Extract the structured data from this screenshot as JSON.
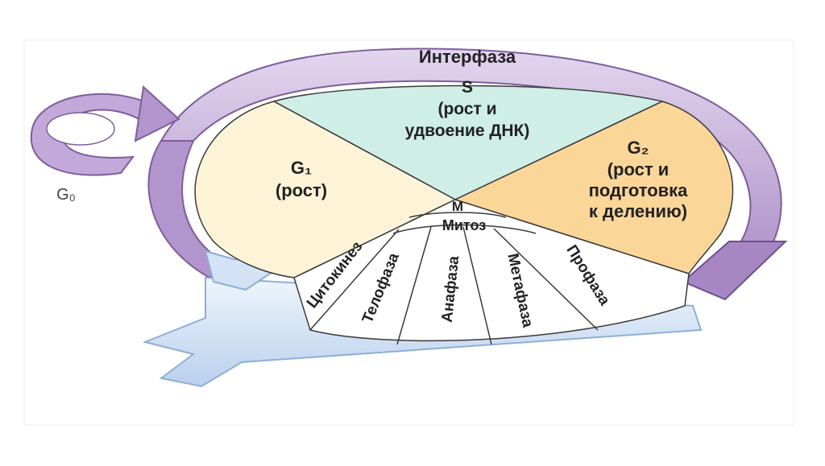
{
  "title": "Интерфаза",
  "g0_label": "G₀",
  "sectors": {
    "s": {
      "name": "S",
      "lines": [
        "(рост и",
        "удвоение ДНК)"
      ]
    },
    "g1": {
      "name": "G₁",
      "lines": [
        "(рост)"
      ]
    },
    "g2": {
      "name": "G₂",
      "lines": [
        "(рост и",
        "подготовка",
        "к делению)"
      ]
    }
  },
  "m_label": "М",
  "mitosis_label": "Митоз",
  "mitosis_phases": [
    "Цитокинез",
    "Телофаза",
    "Анафаза",
    "Метафаза",
    "Профаза"
  ],
  "colors": {
    "s": "#cfeee5",
    "g1": "#fdf4d8",
    "g2": "#fbd699",
    "mitosis": "#ffffff",
    "ring": "#c0a6d6",
    "ring_dark": "#8a6aa7",
    "blue_arrow": "#d6e6f7",
    "blue_edge": "#9ab6d8",
    "line": "#3a3a3a"
  }
}
